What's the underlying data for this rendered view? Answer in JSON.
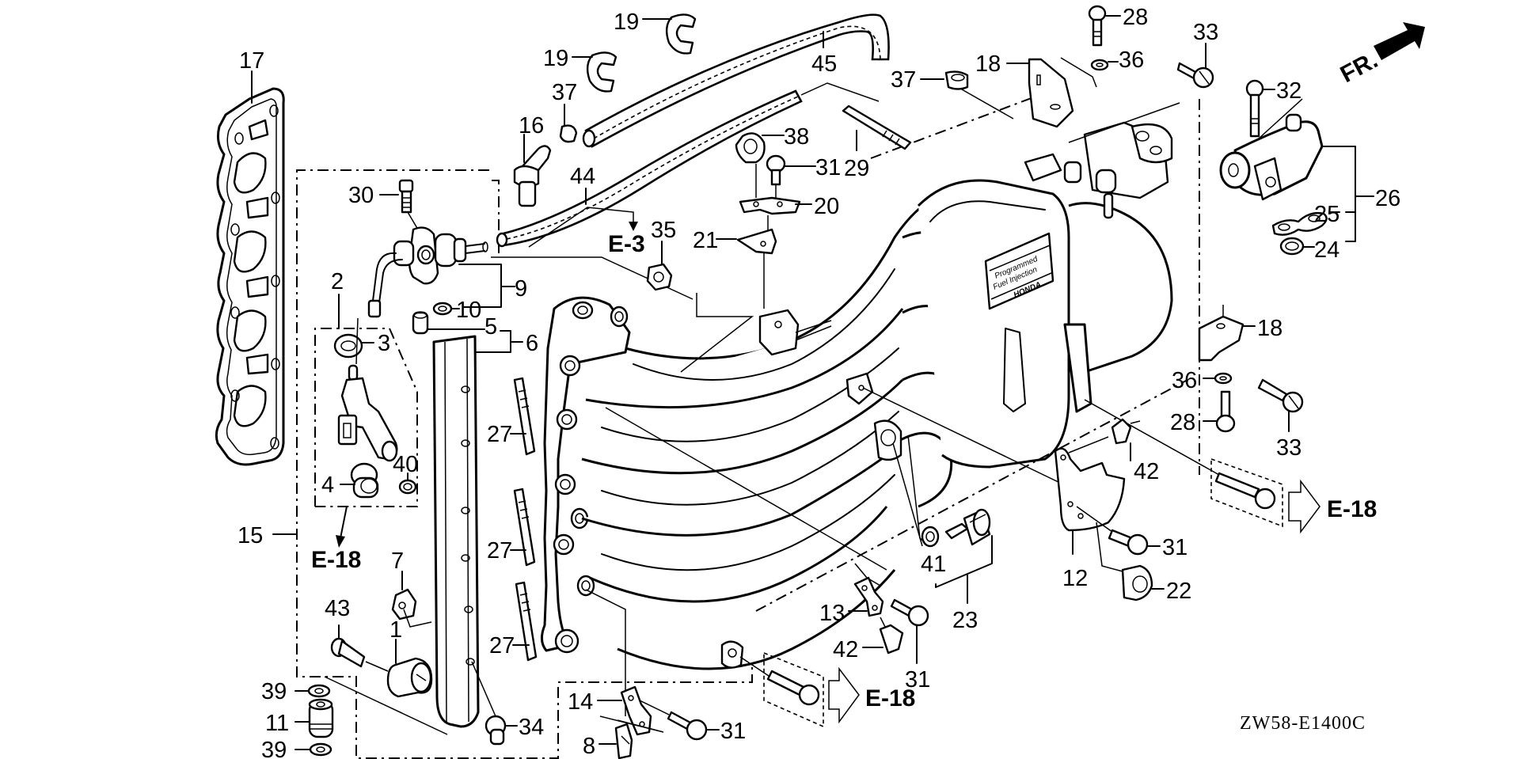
{
  "diagram": {
    "title_code": "ZW58-E1400C",
    "front_indicator": "FR.",
    "plate_text": [
      "Programmed",
      "Fuel Injection",
      "HONDA"
    ],
    "reference_labels": {
      "e3": "E-3",
      "e18_left": "E-18",
      "e18_bottom": "E-18",
      "e18_right": "E-18"
    },
    "callouts": {
      "c1": "1",
      "c2": "2",
      "c3": "3",
      "c4": "4",
      "c5": "5",
      "c6": "6",
      "c7": "7",
      "c8": "8",
      "c9": "9",
      "c10": "10",
      "c11": "11",
      "c12": "12",
      "c13": "13",
      "c14": "14",
      "c15": "15",
      "c16": "16",
      "c17": "17",
      "c18a": "18",
      "c18b": "18",
      "c19a": "19",
      "c19b": "19",
      "c20": "20",
      "c21": "21",
      "c22": "22",
      "c23": "23",
      "c24": "24",
      "c25": "25",
      "c26": "26",
      "c27a": "27",
      "c27b": "27",
      "c27c": "27",
      "c28a": "28",
      "c28b": "28",
      "c29": "29",
      "c30": "30",
      "c31a": "31",
      "c31b": "31",
      "c31c": "31",
      "c31d": "31",
      "c32": "32",
      "c33a": "33",
      "c33b": "33",
      "c34": "34",
      "c35": "35",
      "c36a": "36",
      "c36b": "36",
      "c37a": "37",
      "c37b": "37",
      "c38": "38",
      "c39a": "39",
      "c39b": "39",
      "c40": "40",
      "c41": "41",
      "c42a": "42",
      "c42b": "42",
      "c43": "43",
      "c44": "44",
      "c45": "45"
    }
  }
}
